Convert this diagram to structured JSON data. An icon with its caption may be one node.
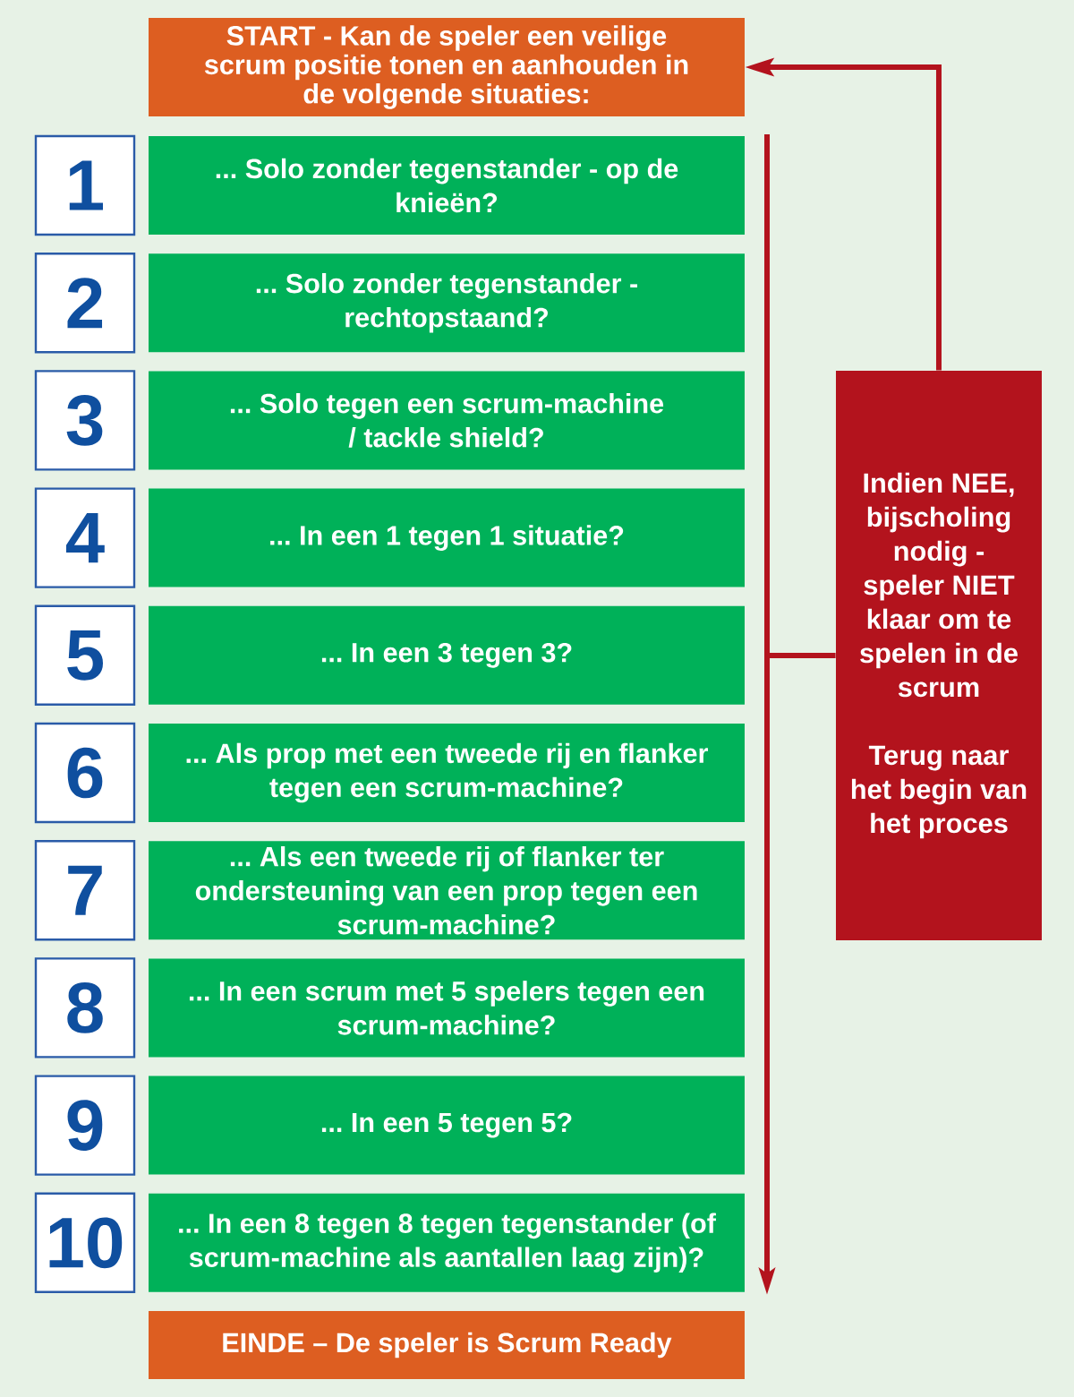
{
  "diagram": {
    "nodes": [
      {
        "text": [
          "START - Kan de speler een veilige scrum positie tonen en aanhouden in de volgende situaties:"
        ]
      },
      {
        "text": [
          "1"
        ]
      },
      {
        "text": [
          "... Solo zonder tegenstander - op de knieën?"
        ]
      },
      {
        "text": [
          "2"
        ]
      },
      {
        "text": [
          "... Solo zonder tegenstander - rechtopstaand?"
        ]
      },
      {
        "text": [
          "3"
        ]
      },
      {
        "text": [
          "... Solo tegen een scrum-machine / tackle shield?"
        ]
      },
      {
        "text": [
          "4"
        ]
      },
      {
        "text": [
          "... In een 1 tegen 1 situatie?"
        ]
      },
      {
        "text": [
          "5"
        ]
      },
      {
        "text": [
          "... In een 3 tegen 3?"
        ]
      },
      {
        "text": [
          "6"
        ]
      },
      {
        "text": [
          "... Als prop met een tweede rij en flanker tegen een scrum-machine?"
        ]
      },
      {
        "text": [
          "7"
        ]
      },
      {
        "text": [
          "... Als een tweede rij of flanker ter ondersteuning van een prop tegen een scrum-machine?"
        ]
      },
      {
        "text": [
          "8"
        ]
      },
      {
        "text": [
          "... In een scrum met 5 spelers tegen een scrum-machine?"
        ]
      },
      {
        "text": [
          "9"
        ]
      },
      {
        "text": [
          "... In een 5 tegen 5?"
        ]
      },
      {
        "text": [
          "10"
        ]
      },
      {
        "text": [
          "... In een 8 tegen 8 tegen tegenstander (of scrum-machine als aantallen laag zijn)?"
        ]
      },
      {
        "text": [
          "EINDE – De speler is Scrum Ready"
        ]
      },
      {
        "text": [
          "Indien NEE, bijscholing nodig - speler NIET klaar om te spelen in de scrum",
          "Terug naar het begin van het proces"
        ]
      }
    ],
    "edges": [
      {
        "from": 22,
        "to": 0,
        "arrow": "to"
      },
      {
        "from": null,
        "to": 22,
        "arrow": "none"
      }
    ]
  }
}
